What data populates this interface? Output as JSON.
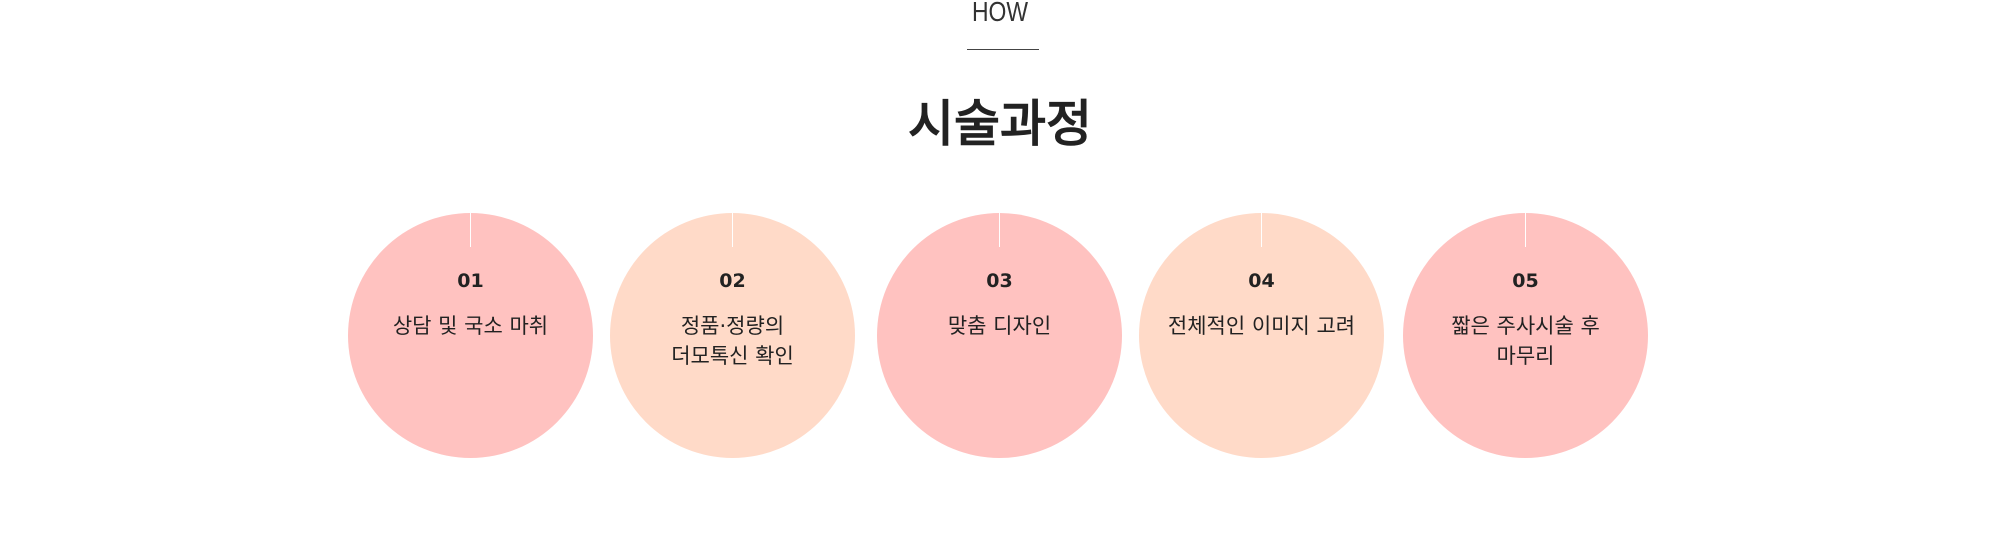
{
  "section": {
    "label": "HOW",
    "title": "시술과정"
  },
  "colors": {
    "pink": "#ffc2c0",
    "peach": "#ffdac8",
    "white": "#ffffff",
    "text": "#222222"
  },
  "steps": [
    {
      "number": "01",
      "label": "상담 및 국소 마취",
      "color": "#ffc2c0"
    },
    {
      "number": "02",
      "label": "정품·정량의\n더모톡신 확인",
      "color": "#ffdac8"
    },
    {
      "number": "03",
      "label": "맞춤 디자인",
      "color": "#ffc2c0"
    },
    {
      "number": "04",
      "label": "전체적인 이미지 고려",
      "color": "#ffdac8"
    },
    {
      "number": "05",
      "label": "짧은 주사시술 후\n마무리",
      "color": "#ffc2c0"
    }
  ]
}
